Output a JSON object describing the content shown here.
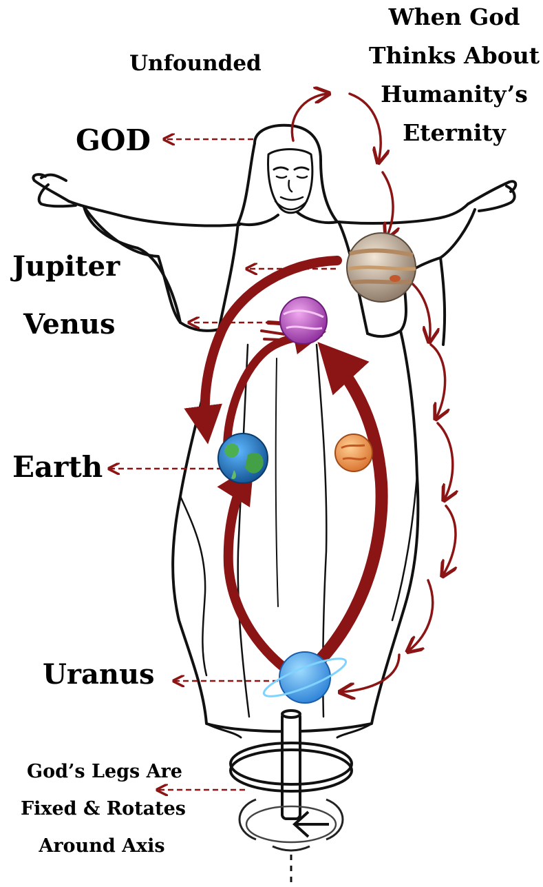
{
  "labels": {
    "unfounded": "Unfounded",
    "when_god": [
      "When God",
      "Thinks About",
      "Humanity’s",
      "Eternity"
    ],
    "god": "GOD",
    "jupiter": "Jupiter",
    "venus": "Venus",
    "earth": "Earth",
    "uranus": "Uranus",
    "legs": [
      "God’s  Legs Are",
      "Fixed & Rotates",
      "Around Axis"
    ]
  },
  "colors": {
    "arrow_red": "#8b1414",
    "outline": "#111111",
    "background": "#ffffff"
  },
  "icons": {
    "jupiter": "jupiter-planet-icon",
    "venus": "venus-planet-icon",
    "earth": "earth-planet-icon",
    "mars": "mars-planet-icon",
    "uranus": "uranus-planet-icon",
    "figure": "robed-god-figure",
    "axis": "rotation-axis-icon"
  }
}
